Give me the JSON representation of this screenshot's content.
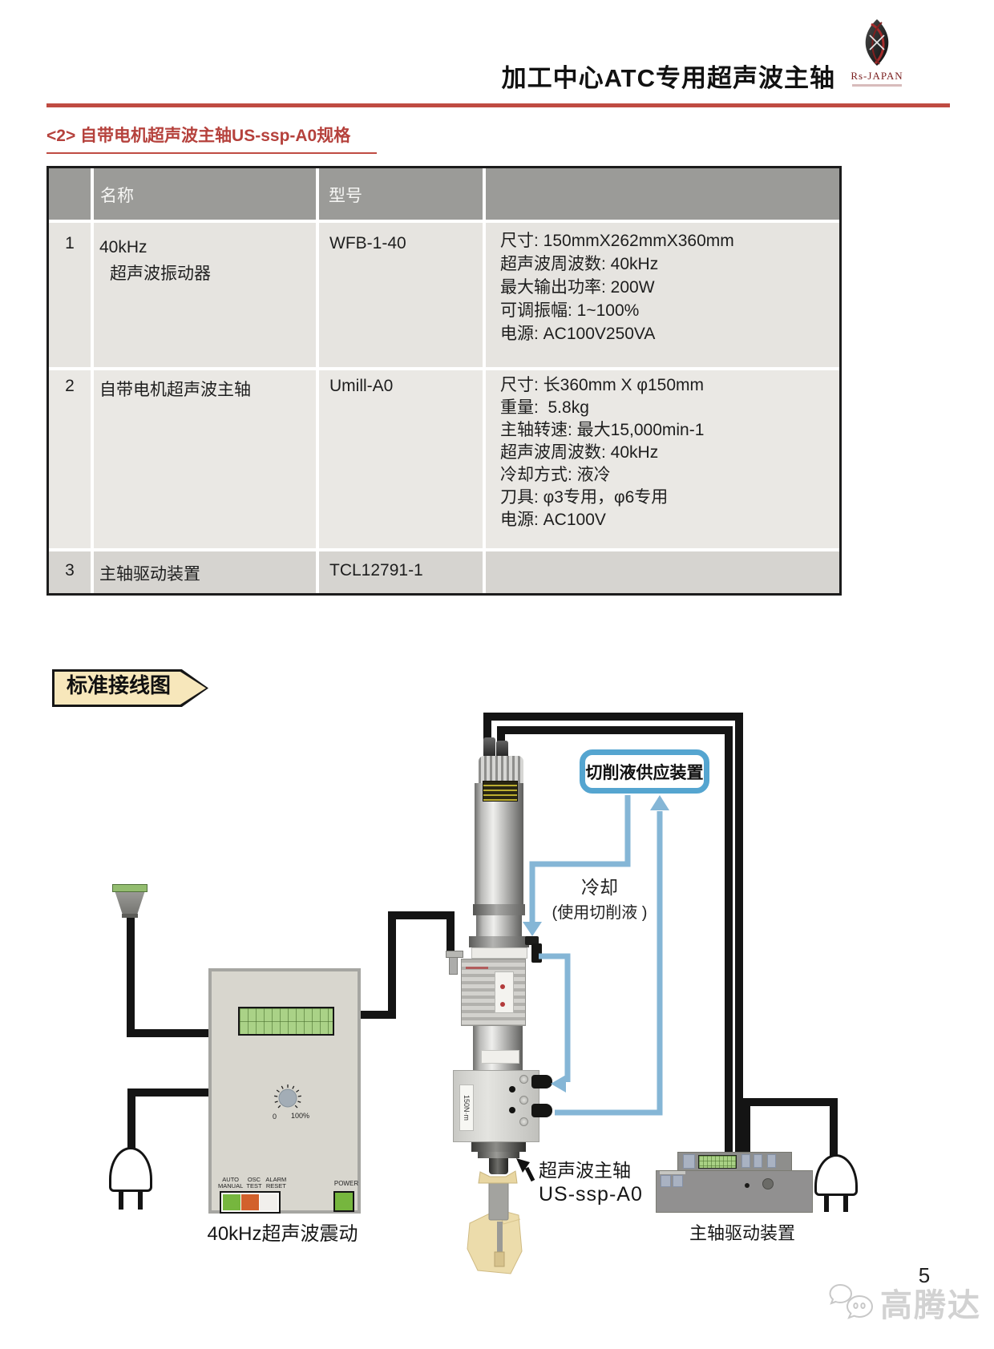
{
  "colors": {
    "accent_red": "#bf4b42",
    "heading_red": "#b5413c",
    "pipe_blue": "#85b6d6",
    "coolant_box_blue": "#55a5d0",
    "banner_cream": "#f7e7bb",
    "table_header_gray": "#9b9b98",
    "row_light": "#e6e4e0",
    "row_lighter": "#eae8e4",
    "row_dark": "#d6d4d0",
    "lcd_green": "#aad287",
    "button_green": "#76b63e",
    "button_orange": "#d2612c"
  },
  "header": {
    "title": "加工中心ATC专用超声波主轴",
    "brand": "Rs-JAPAN"
  },
  "section": {
    "heading": "<2> 自带电机超声波主轴US-ssp-A0规格"
  },
  "table": {
    "columns": {
      "name": "名称",
      "model": "型号"
    },
    "rows": [
      {
        "index": "1",
        "name_lines": [
          "40kHz",
          "超声波振动器"
        ],
        "model": "WFB-1-40",
        "specs": [
          "尺寸: 150mmX262mmX360mm",
          "超声波周波数: 40kHz",
          "最大输出功率: 200W",
          "可调振幅: 1~100%",
          "电源: AC100V250VA"
        ]
      },
      {
        "index": "2",
        "name_lines": [
          "自带电机超声波主轴"
        ],
        "model": "Umill-A0",
        "specs": [
          "尺寸: 长360mm X φ150mm",
          "重量:  5.8kg",
          "主轴转速: 最大15,000min-1",
          "超声波周波数: 40kHz",
          "冷却方式: 液冷",
          "刀具: φ3专用，φ6专用",
          "电源: AC100V"
        ]
      },
      {
        "index": "3",
        "name_lines": [
          "主轴驱动装置"
        ],
        "model": "TCL12791-1",
        "specs": []
      }
    ]
  },
  "banner": {
    "label": "标准接线图"
  },
  "diagram": {
    "coolant_box_label": "切削液供应装置",
    "cooling_note_line1": "冷却",
    "cooling_note_line2": "(使用切削液 )",
    "spindle_label_line1": "超声波主轴",
    "spindle_label_line2": "US-ssp-A0",
    "oscillator_caption": "40kHz超声波震动",
    "driver_caption": "主轴驱动装置",
    "spindle_head_label": "150N·m",
    "controller": {
      "switch_labels": [
        [
          "AUTO",
          "MANUAL"
        ],
        [
          "OSC",
          "TEST"
        ],
        [
          "ALARM",
          "RESET"
        ]
      ],
      "power_label": "POWER",
      "knob_min": "0",
      "knob_max": "100%"
    }
  },
  "footer": {
    "page_number": "5",
    "watermark": "高腾达"
  }
}
